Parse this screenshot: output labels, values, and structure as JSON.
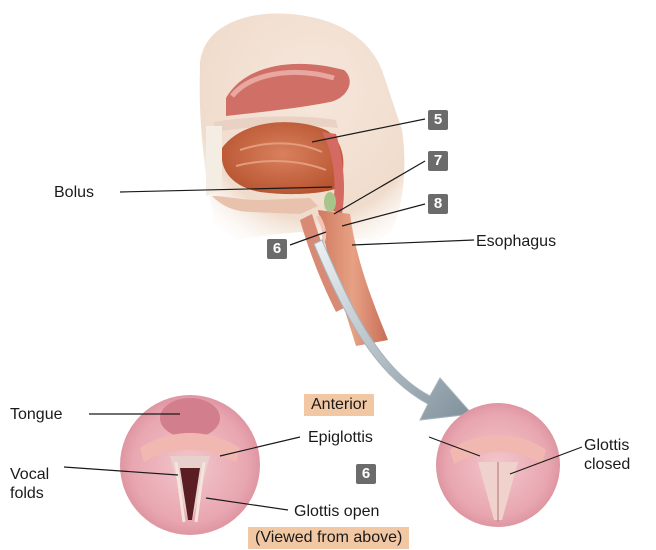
{
  "diagram": {
    "labels": {
      "bolus": "Bolus",
      "esophagus": "Esophagus",
      "tongue": "Tongue",
      "vocal_folds": "Vocal\nfolds",
      "epiglottis": "Epiglottis",
      "glottis_open": "Glottis open",
      "glottis_closed": "Glottis\nclosed"
    },
    "tags": {
      "anterior": "Anterior",
      "viewed_from_above": "(Viewed from above)"
    },
    "markers": {
      "m5": "5",
      "m7": "7",
      "m8": "8",
      "m6_top": "6",
      "m6_bottom": "6"
    },
    "colors": {
      "marker_bg": "#6b6b6b",
      "tag_bg": "#f1c7a4",
      "tissue_pink": "#e29a9e",
      "tissue_dark": "#b9535a",
      "arrow_gray": "#8a9aa5"
    }
  }
}
